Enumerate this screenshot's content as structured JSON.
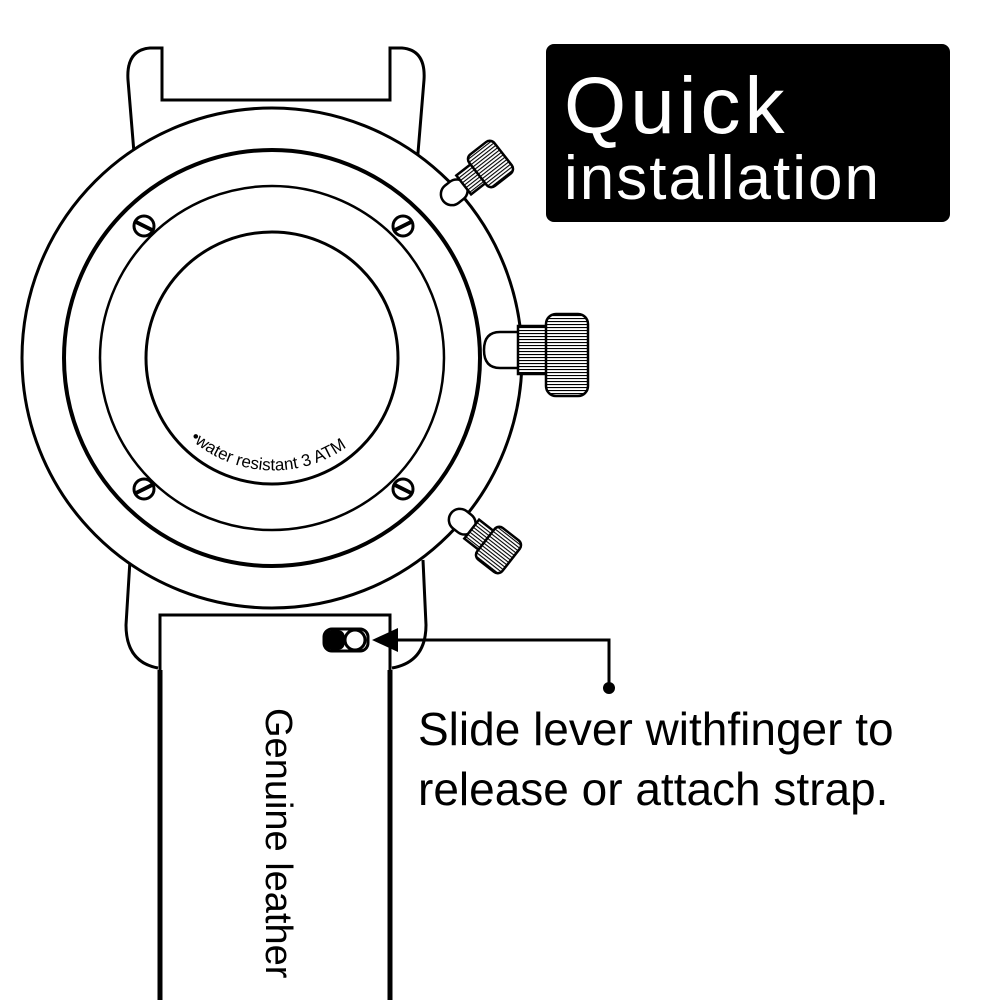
{
  "title": {
    "line1": "Quick",
    "line2": "installation"
  },
  "caption": {
    "line1": "Slide lever withfinger to",
    "line2": "release or attach strap."
  },
  "watch": {
    "caseback_text": "•water resistant 3 ATM"
  },
  "strap": {
    "label": "Genuine leather"
  },
  "colors": {
    "ink": "#000000",
    "background": "#ffffff",
    "title_bg": "#000000",
    "title_text": "#ffffff"
  },
  "icons": {
    "screw": "screw-icon",
    "crown": "crown-icon",
    "pusher": "pusher-icon",
    "lever": "quick-release-lever-icon",
    "arrow": "pointer-arrow-icon"
  }
}
